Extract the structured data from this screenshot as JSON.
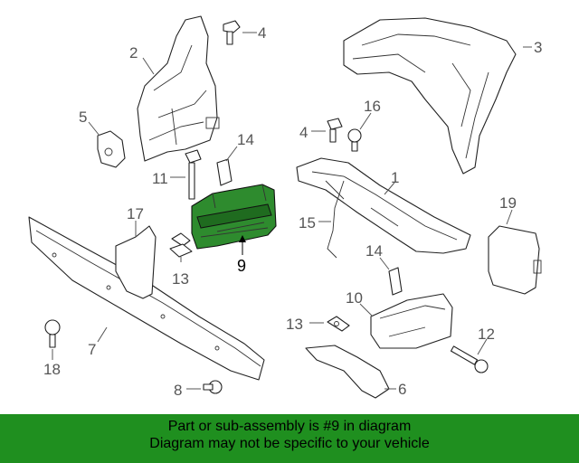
{
  "callouts": {
    "c1": "1",
    "c2": "2",
    "c3": "3",
    "c4a": "4",
    "c4b": "4",
    "c5": "5",
    "c6": "6",
    "c7": "7",
    "c8": "8",
    "c9": "9",
    "c10": "10",
    "c11": "11",
    "c12": "12",
    "c13a": "13",
    "c13b": "13",
    "c14a": "14",
    "c14b": "14",
    "c15": "15",
    "c16": "16",
    "c17": "17",
    "c18": "18",
    "c19": "19"
  },
  "highlighted_part": "9",
  "colors": {
    "highlight": "#2e8b2e",
    "banner": "#1f8f1f"
  },
  "banner": {
    "line1": "Part or sub-assembly is #9 in diagram",
    "line2": "Diagram may not be specific to your vehicle"
  }
}
